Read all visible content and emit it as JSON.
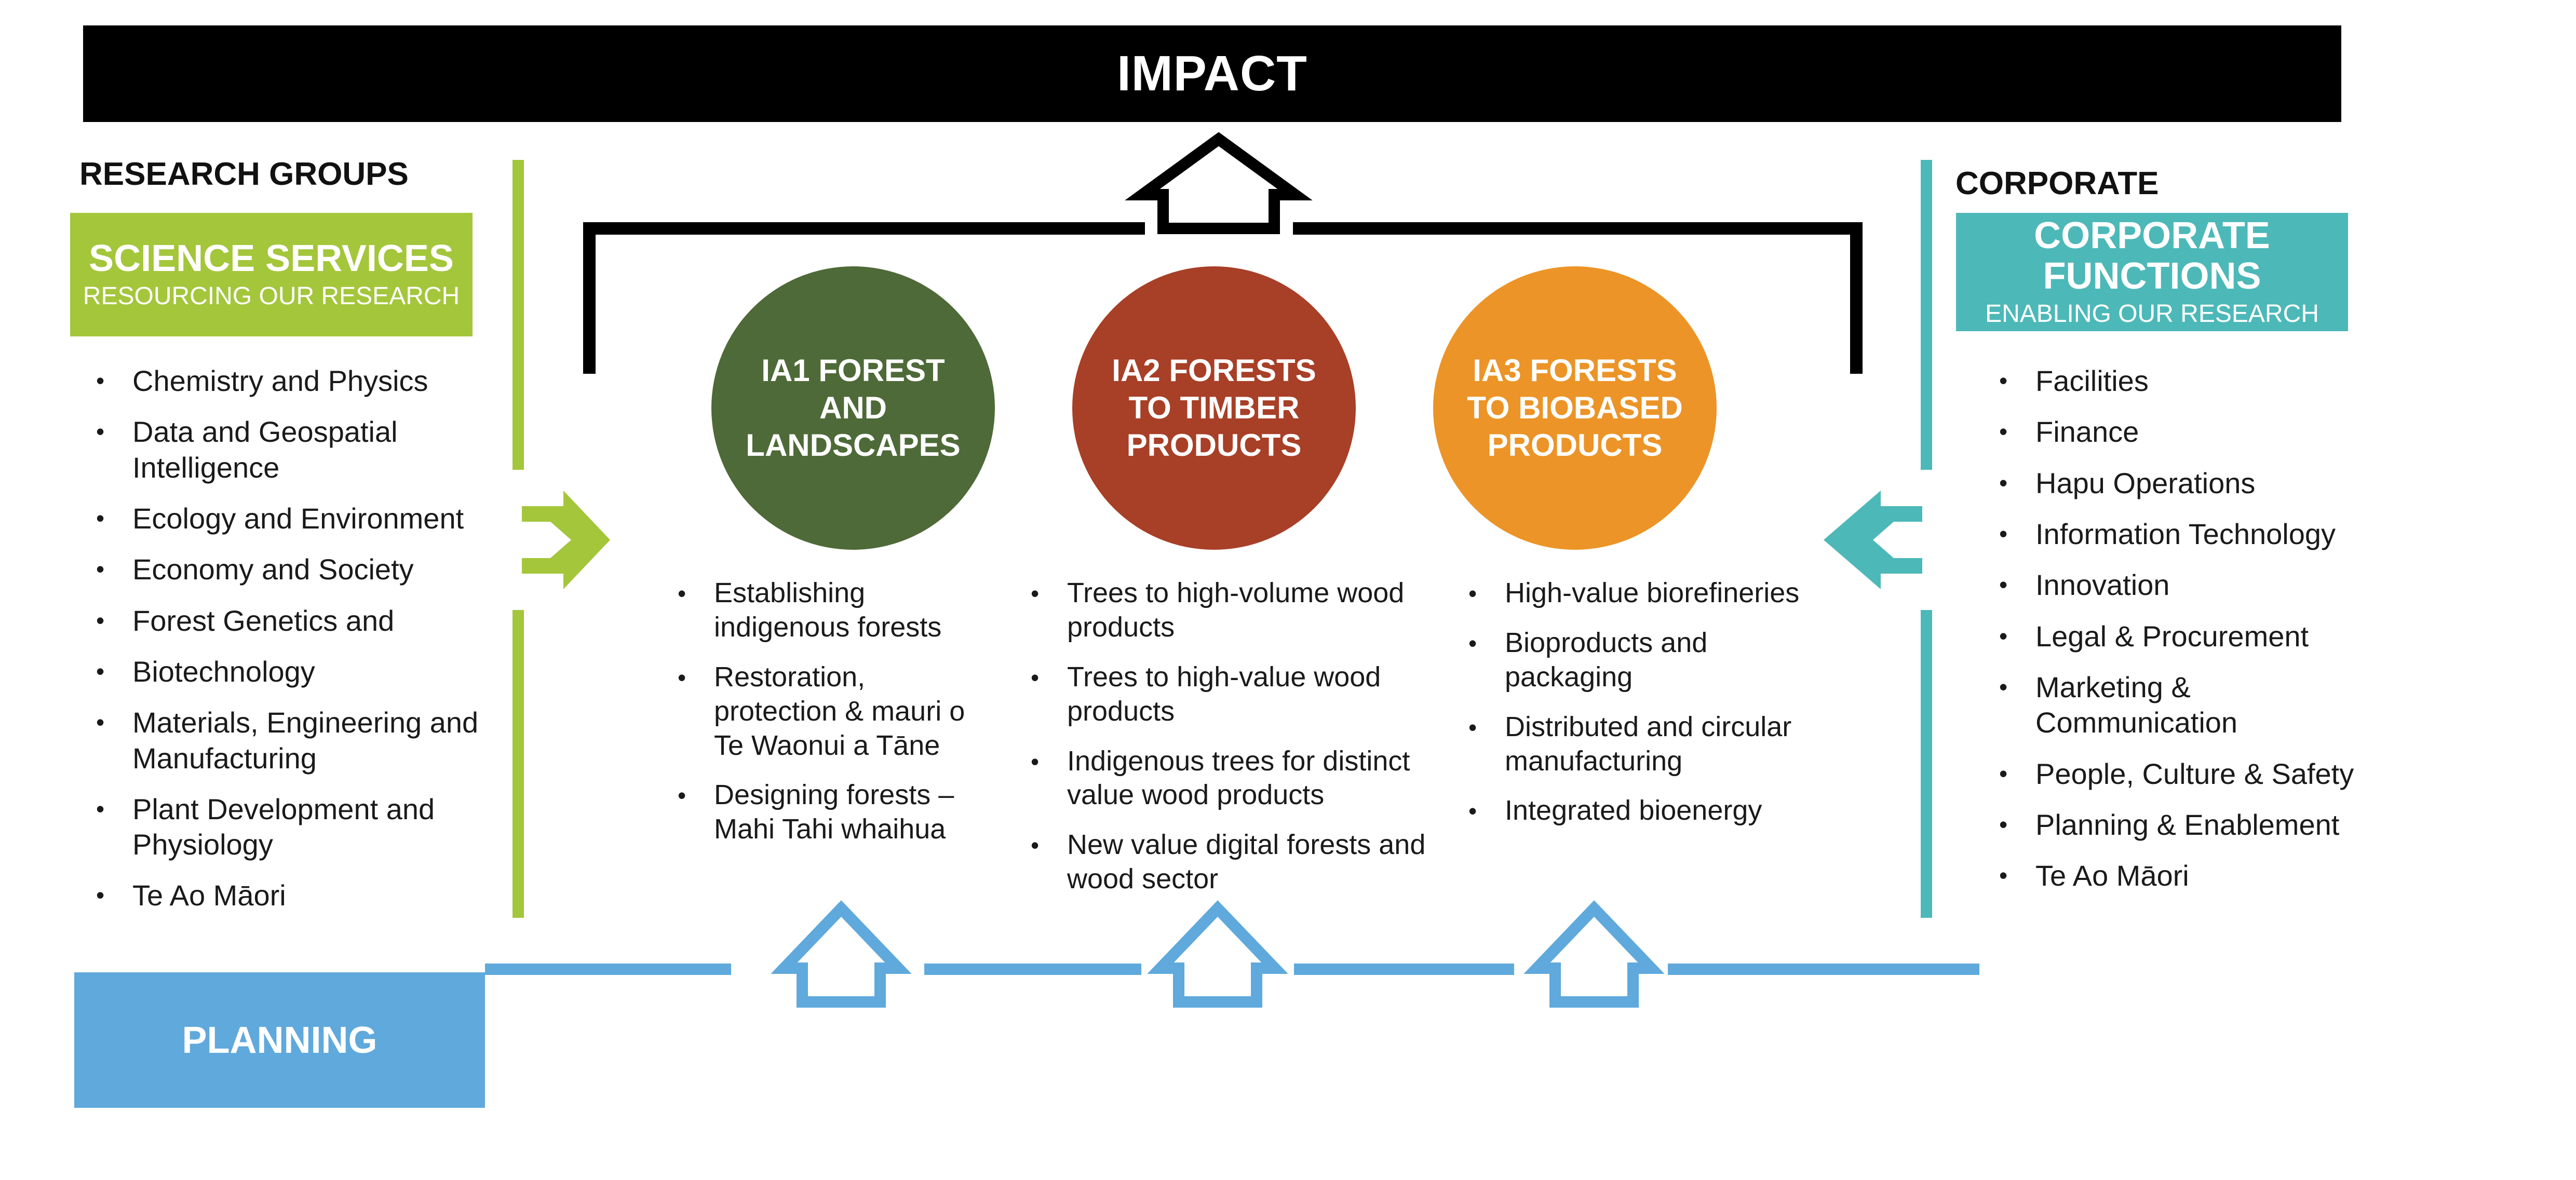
{
  "impact": {
    "title": "IMPACT"
  },
  "research_groups": {
    "heading": "RESEARCH GROUPS",
    "box_title": "SCIENCE SERVICES",
    "box_subtitle": "RESOURCING OUR RESEARCH",
    "items": [
      "Chemistry and Physics",
      "Data and Geospatial Intelligence",
      "Ecology and Environment",
      "Economy and Society",
      "Forest Genetics and",
      "Biotechnology",
      "Materials, Engineering and Manufacturing",
      "Plant Development and Physiology",
      "Te Ao Māori"
    ]
  },
  "corporate": {
    "heading": "CORPORATE",
    "box_title": "CORPORATE FUNCTIONS",
    "box_subtitle": "ENABLING OUR RESEARCH",
    "items": [
      "Facilities",
      "Finance",
      "Hapu Operations",
      "Information Technology",
      "Innovation",
      "Legal & Procurement",
      "Marketing & Communication",
      "People, Culture & Safety",
      "Planning & Enablement",
      "Te Ao Māori"
    ]
  },
  "impact_areas": [
    {
      "title": "IA1 FOREST AND LANDSCAPES",
      "items": [
        "Establishing indigenous forests",
        "Restoration, protection & mauri o Te Waonui a Tāne",
        "Designing forests – Mahi Tahi whaihua"
      ]
    },
    {
      "title": "IA2 FORESTS TO TIMBER PRODUCTS",
      "items": [
        "Trees to high-volume wood products",
        "Trees to high-value wood products",
        "Indigenous trees for distinct value wood products",
        "New value digital forests and wood sector"
      ]
    },
    {
      "title": "IA3 FORESTS TO BIOBASED PRODUCTS",
      "items": [
        "High-value biorefineries",
        "Bioproducts and packaging",
        "Distributed and circular manufacturing",
        "Integrated bioenergy"
      ]
    }
  ],
  "planning": {
    "title": "PLANNING"
  },
  "colors": {
    "impact": "#000000",
    "science_green": "#a4c63b",
    "corporate_teal": "#4db8b8",
    "planning_blue": "#5fa9dc",
    "ia1": "#4e6a38",
    "ia2": "#a83f27",
    "ia3": "#ec9427"
  }
}
